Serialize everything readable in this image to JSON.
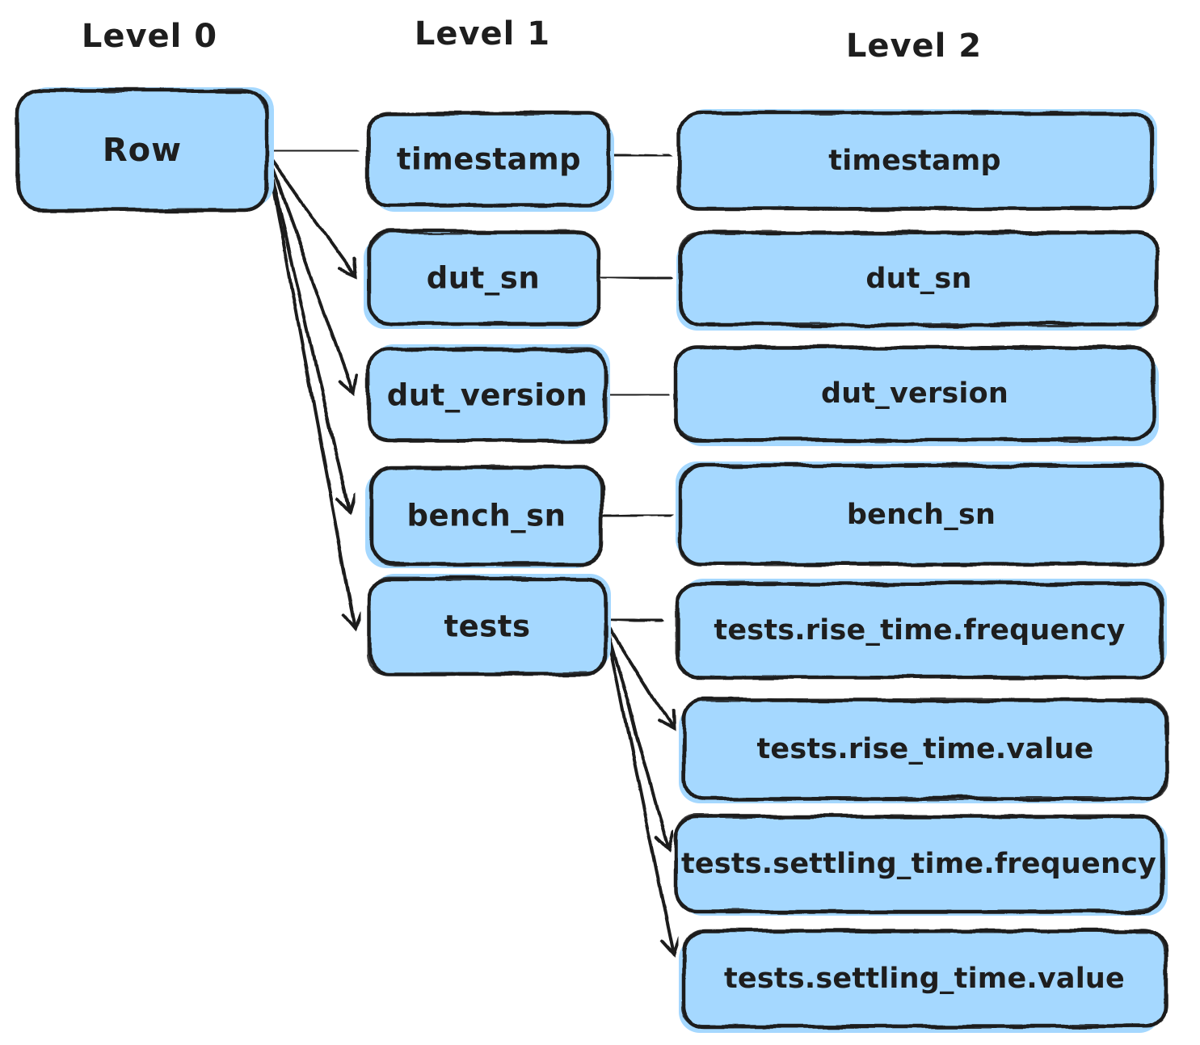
{
  "style": {
    "background": "#ffffff",
    "node_fill": "#a5d8ff",
    "stroke_color": "#1e1e1e",
    "text_color": "#1e1e1e"
  },
  "headers": [
    "Level 0",
    "Level 1",
    "Level 2"
  ],
  "nodes": {
    "level0": [
      {
        "label": "Row"
      }
    ],
    "level1": [
      {
        "label": "timestamp"
      },
      {
        "label": "dut_sn"
      },
      {
        "label": "dut_version"
      },
      {
        "label": "bench_sn"
      },
      {
        "label": "tests"
      }
    ],
    "level2": [
      {
        "label": "timestamp"
      },
      {
        "label": "dut_sn"
      },
      {
        "label": "dut_version"
      },
      {
        "label": "bench_sn"
      },
      {
        "label": "tests.rise_time.frequency"
      },
      {
        "label": "tests.rise_time.value"
      },
      {
        "label": "tests.settling_time.frequency"
      },
      {
        "label": "tests.settling_time.value"
      }
    ]
  },
  "edges": [
    {
      "from": "Row",
      "to": "timestamp"
    },
    {
      "from": "Row",
      "to": "dut_sn"
    },
    {
      "from": "Row",
      "to": "dut_version"
    },
    {
      "from": "Row",
      "to": "bench_sn"
    },
    {
      "from": "Row",
      "to": "tests"
    },
    {
      "from": "timestamp",
      "to": "timestamp"
    },
    {
      "from": "dut_sn",
      "to": "dut_sn"
    },
    {
      "from": "dut_version",
      "to": "dut_version"
    },
    {
      "from": "bench_sn",
      "to": "bench_sn"
    },
    {
      "from": "tests",
      "to": "tests.rise_time.frequency"
    },
    {
      "from": "tests",
      "to": "tests.rise_time.value"
    },
    {
      "from": "tests",
      "to": "tests.settling_time.frequency"
    },
    {
      "from": "tests",
      "to": "tests.settling_time.value"
    }
  ]
}
